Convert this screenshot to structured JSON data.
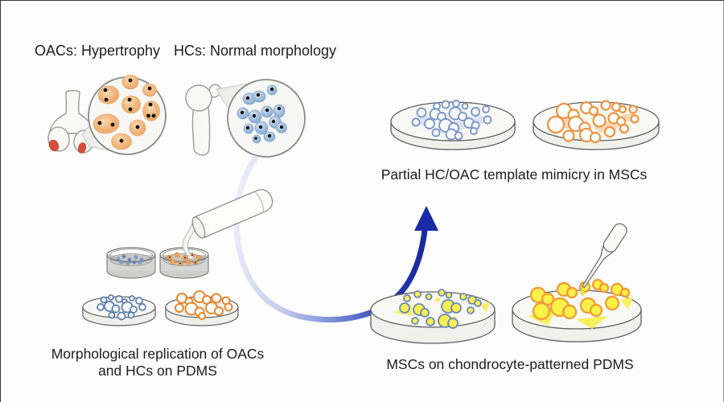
{
  "figure": {
    "title_oac": "OACs: Hypertrophy",
    "title_hc": "HCs: Normal morphology",
    "caption_mimicry": "Partial HC/OAC template mimicry in MSCs",
    "caption_replication_line1": "Morphological replication of OACs",
    "caption_replication_line2": "and HCs on PDMS",
    "caption_msc_pdms": "MSCs on chondrocyte-patterned PDMS"
  },
  "icons": {
    "oa-joint-icon": "distal femur bone with red cartilage lesions",
    "normal-joint-icon": "healthy proximal bone",
    "oac-magnifier-icon": "magnified hypertrophic orange chondrocytes",
    "hc-magnifier-icon": "magnified normal blue chondrocytes",
    "pouring-tube-icon": "tube pouring PDMS over cell dishes",
    "curved-arrow-icon": "blue gradient arrow from patterned dish to mimicry result",
    "pipette-icon": "pipette seeding MSCs",
    "petri-dish-icon": "culture dishes with cell patterns"
  },
  "colors": {
    "background": "#fdfdfd",
    "text": "#1d1d1d",
    "oac_cell": "#f2b77c",
    "hc_cell": "#a1bfde",
    "nucleus": "#141414",
    "cartilage_lesion": "#d5503a",
    "bone_fill": "#f8f8f7",
    "outline_gray": "#8a8a8a",
    "arrow_light": "#e9ecf9",
    "arrow_dark": "#16229c",
    "hc_ring_blue": "#5b7db1",
    "oac_ring_orange": "#e8872e",
    "mimicry_hc_ring": "#7b97c9",
    "mimicry_oac_ring": "#ec9440",
    "msc_yellow": "#f6ee52",
    "dish_fill": "#f7f7f4",
    "liquid_gray": "#c9c9c7"
  }
}
